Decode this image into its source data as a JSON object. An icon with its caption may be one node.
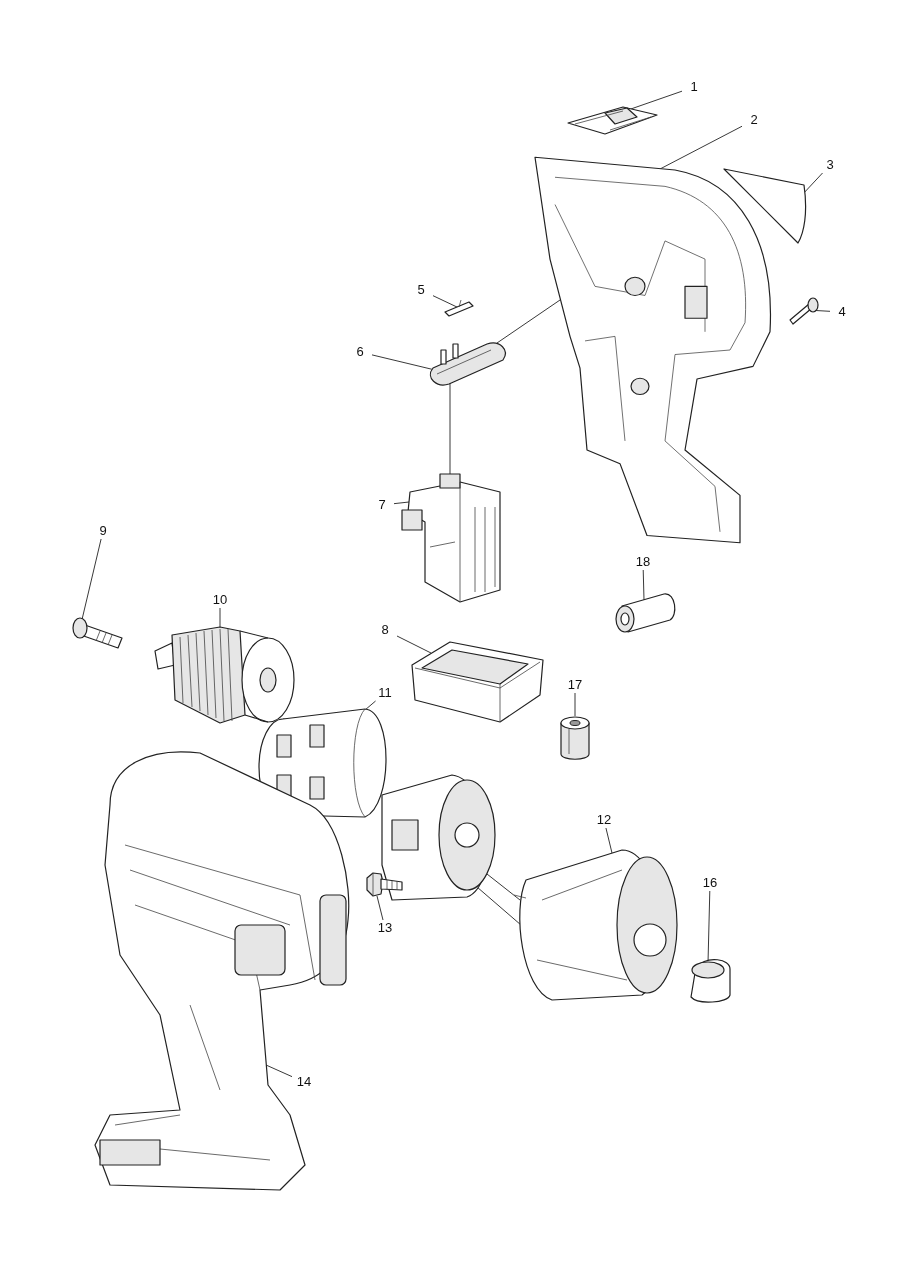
{
  "diagram": {
    "nodes": [
      {
        "text": [
          "1"
        ]
      },
      {
        "text": [
          "2"
        ]
      },
      {
        "text": [
          "3"
        ]
      },
      {
        "text": [
          "4"
        ]
      },
      {
        "text": [
          "5"
        ]
      },
      {
        "text": [
          "6"
        ]
      },
      {
        "text": [
          "7"
        ]
      },
      {
        "text": [
          "8"
        ]
      },
      {
        "text": [
          "9"
        ]
      },
      {
        "text": [
          "10"
        ]
      },
      {
        "text": [
          "11"
        ]
      },
      {
        "text": [
          "12"
        ]
      },
      {
        "text": [
          "13"
        ]
      },
      {
        "text": [
          "14"
        ]
      },
      {
        "text": [
          "16"
        ]
      },
      {
        "text": [
          "17"
        ]
      },
      {
        "text": [
          "18"
        ]
      },
      {
        "text": [],
        "shape": "picture"
      },
      {
        "text": [],
        "shape": "picture"
      },
      {
        "text": [],
        "shape": "picture"
      },
      {
        "text": [],
        "shape": "picture"
      },
      {
        "text": [],
        "shape": "picture"
      },
      {
        "text": [],
        "shape": "picture"
      },
      {
        "text": [],
        "shape": "picture"
      },
      {
        "text": [],
        "shape": "picture"
      },
      {
        "text": [],
        "shape": "picture"
      },
      {
        "text": [],
        "shape": "picture"
      },
      {
        "text": [],
        "shape": "picture"
      },
      {
        "text": [],
        "shape": "picture"
      },
      {
        "text": [],
        "shape": "picture"
      },
      {
        "text": [],
        "shape": "picture"
      },
      {
        "text": [],
        "shape": "picture"
      },
      {
        "text": [],
        "shape": "picture"
      },
      {
        "text": [],
        "shape": "cylinder"
      },
      {
        "text": [],
        "shape": "picture"
      }
    ],
    "edges": [
      {
        "from": 0,
        "to": 17,
        "arrow": "none"
      },
      {
        "from": 1,
        "to": 18,
        "arrow": "none"
      },
      {
        "from": 2,
        "to": 19,
        "arrow": "none"
      },
      {
        "from": 3,
        "to": 20,
        "arrow": "none"
      },
      {
        "from": 4,
        "to": 21,
        "arrow": "none"
      },
      {
        "from": 5,
        "to": 22,
        "arrow": "none"
      },
      {
        "from": 6,
        "to": 23,
        "arrow": "none"
      },
      {
        "from": 7,
        "to": 24,
        "arrow": "none"
      },
      {
        "from": 8,
        "to": 25,
        "arrow": "none"
      },
      {
        "from": 9,
        "to": 26,
        "arrow": "none"
      },
      {
        "from": 10,
        "to": 27,
        "arrow": "none"
      },
      {
        "from": 11,
        "to": 29,
        "arrow": "none"
      },
      {
        "from": 12,
        "to": 30,
        "arrow": "none"
      },
      {
        "from": 13,
        "to": 31,
        "arrow": "none"
      },
      {
        "from": 14,
        "to": 32,
        "arrow": "none"
      },
      {
        "from": 15,
        "to": 33,
        "arrow": "none"
      },
      {
        "from": 16,
        "to": 34,
        "arrow": "none"
      },
      {
        "from": 22,
        "to": 23,
        "arrow": "none"
      },
      {
        "from": 18,
        "to": 22,
        "arrow": "none"
      },
      {
        "from": 28,
        "to": 29,
        "arrow": "none"
      },
      {
        "from": 28,
        "to": 29,
        "arrow": "none"
      }
    ]
  }
}
